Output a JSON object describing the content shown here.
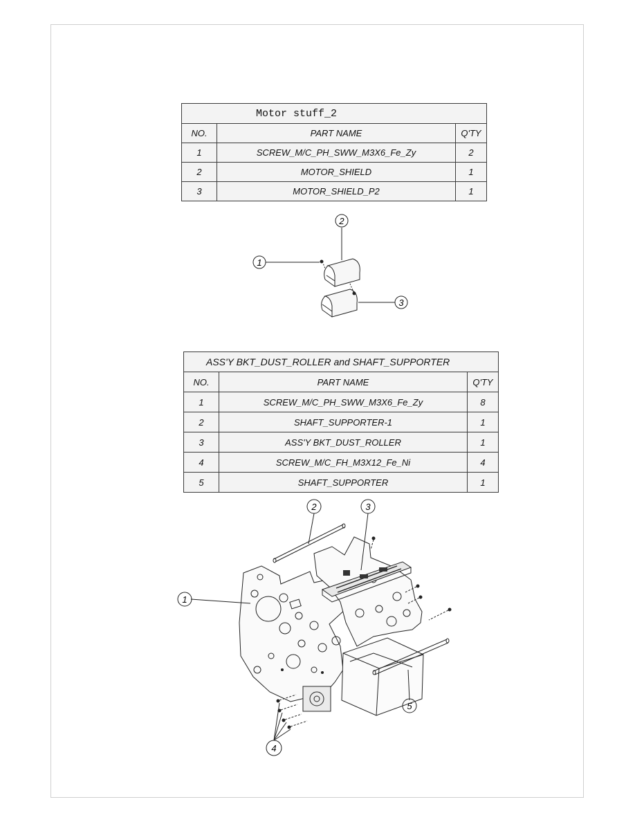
{
  "table1": {
    "title": "Motor stuff_2",
    "headers": {
      "no": "NO.",
      "part": "PART NAME",
      "qty": "Q'TY"
    },
    "rows": [
      {
        "no": "1",
        "part": "SCREW_M/C_PH_SWW_M3X6_Fe_Zy",
        "qty": "2"
      },
      {
        "no": "2",
        "part": "MOTOR_SHIELD",
        "qty": "1"
      },
      {
        "no": "3",
        "part": "MOTOR_SHIELD_P2",
        "qty": "1"
      }
    ]
  },
  "diagram1": {
    "callouts": {
      "c1": "1",
      "c2": "2",
      "c3": "3"
    }
  },
  "table2": {
    "title": "ASS'Y BKT_DUST_ROLLER and SHAFT_SUPPORTER",
    "headers": {
      "no": "NO.",
      "part": "PART NAME",
      "qty": "Q'TY"
    },
    "rows": [
      {
        "no": "1",
        "part": "SCREW_M/C_PH_SWW_M3X6_Fe_Zy",
        "qty": "8"
      },
      {
        "no": "2",
        "part": "SHAFT_SUPPORTER-1",
        "qty": "1"
      },
      {
        "no": "3",
        "part": "ASS'Y BKT_DUST_ROLLER",
        "qty": "1"
      },
      {
        "no": "4",
        "part": "SCREW_M/C_FH_M3X12_Fe_Ni",
        "qty": "4"
      },
      {
        "no": "5",
        "part": "SHAFT_SUPPORTER",
        "qty": "1"
      }
    ]
  },
  "diagram2": {
    "callouts": {
      "c1": "1",
      "c2": "2",
      "c3": "3",
      "c4": "4",
      "c5": "5"
    }
  }
}
